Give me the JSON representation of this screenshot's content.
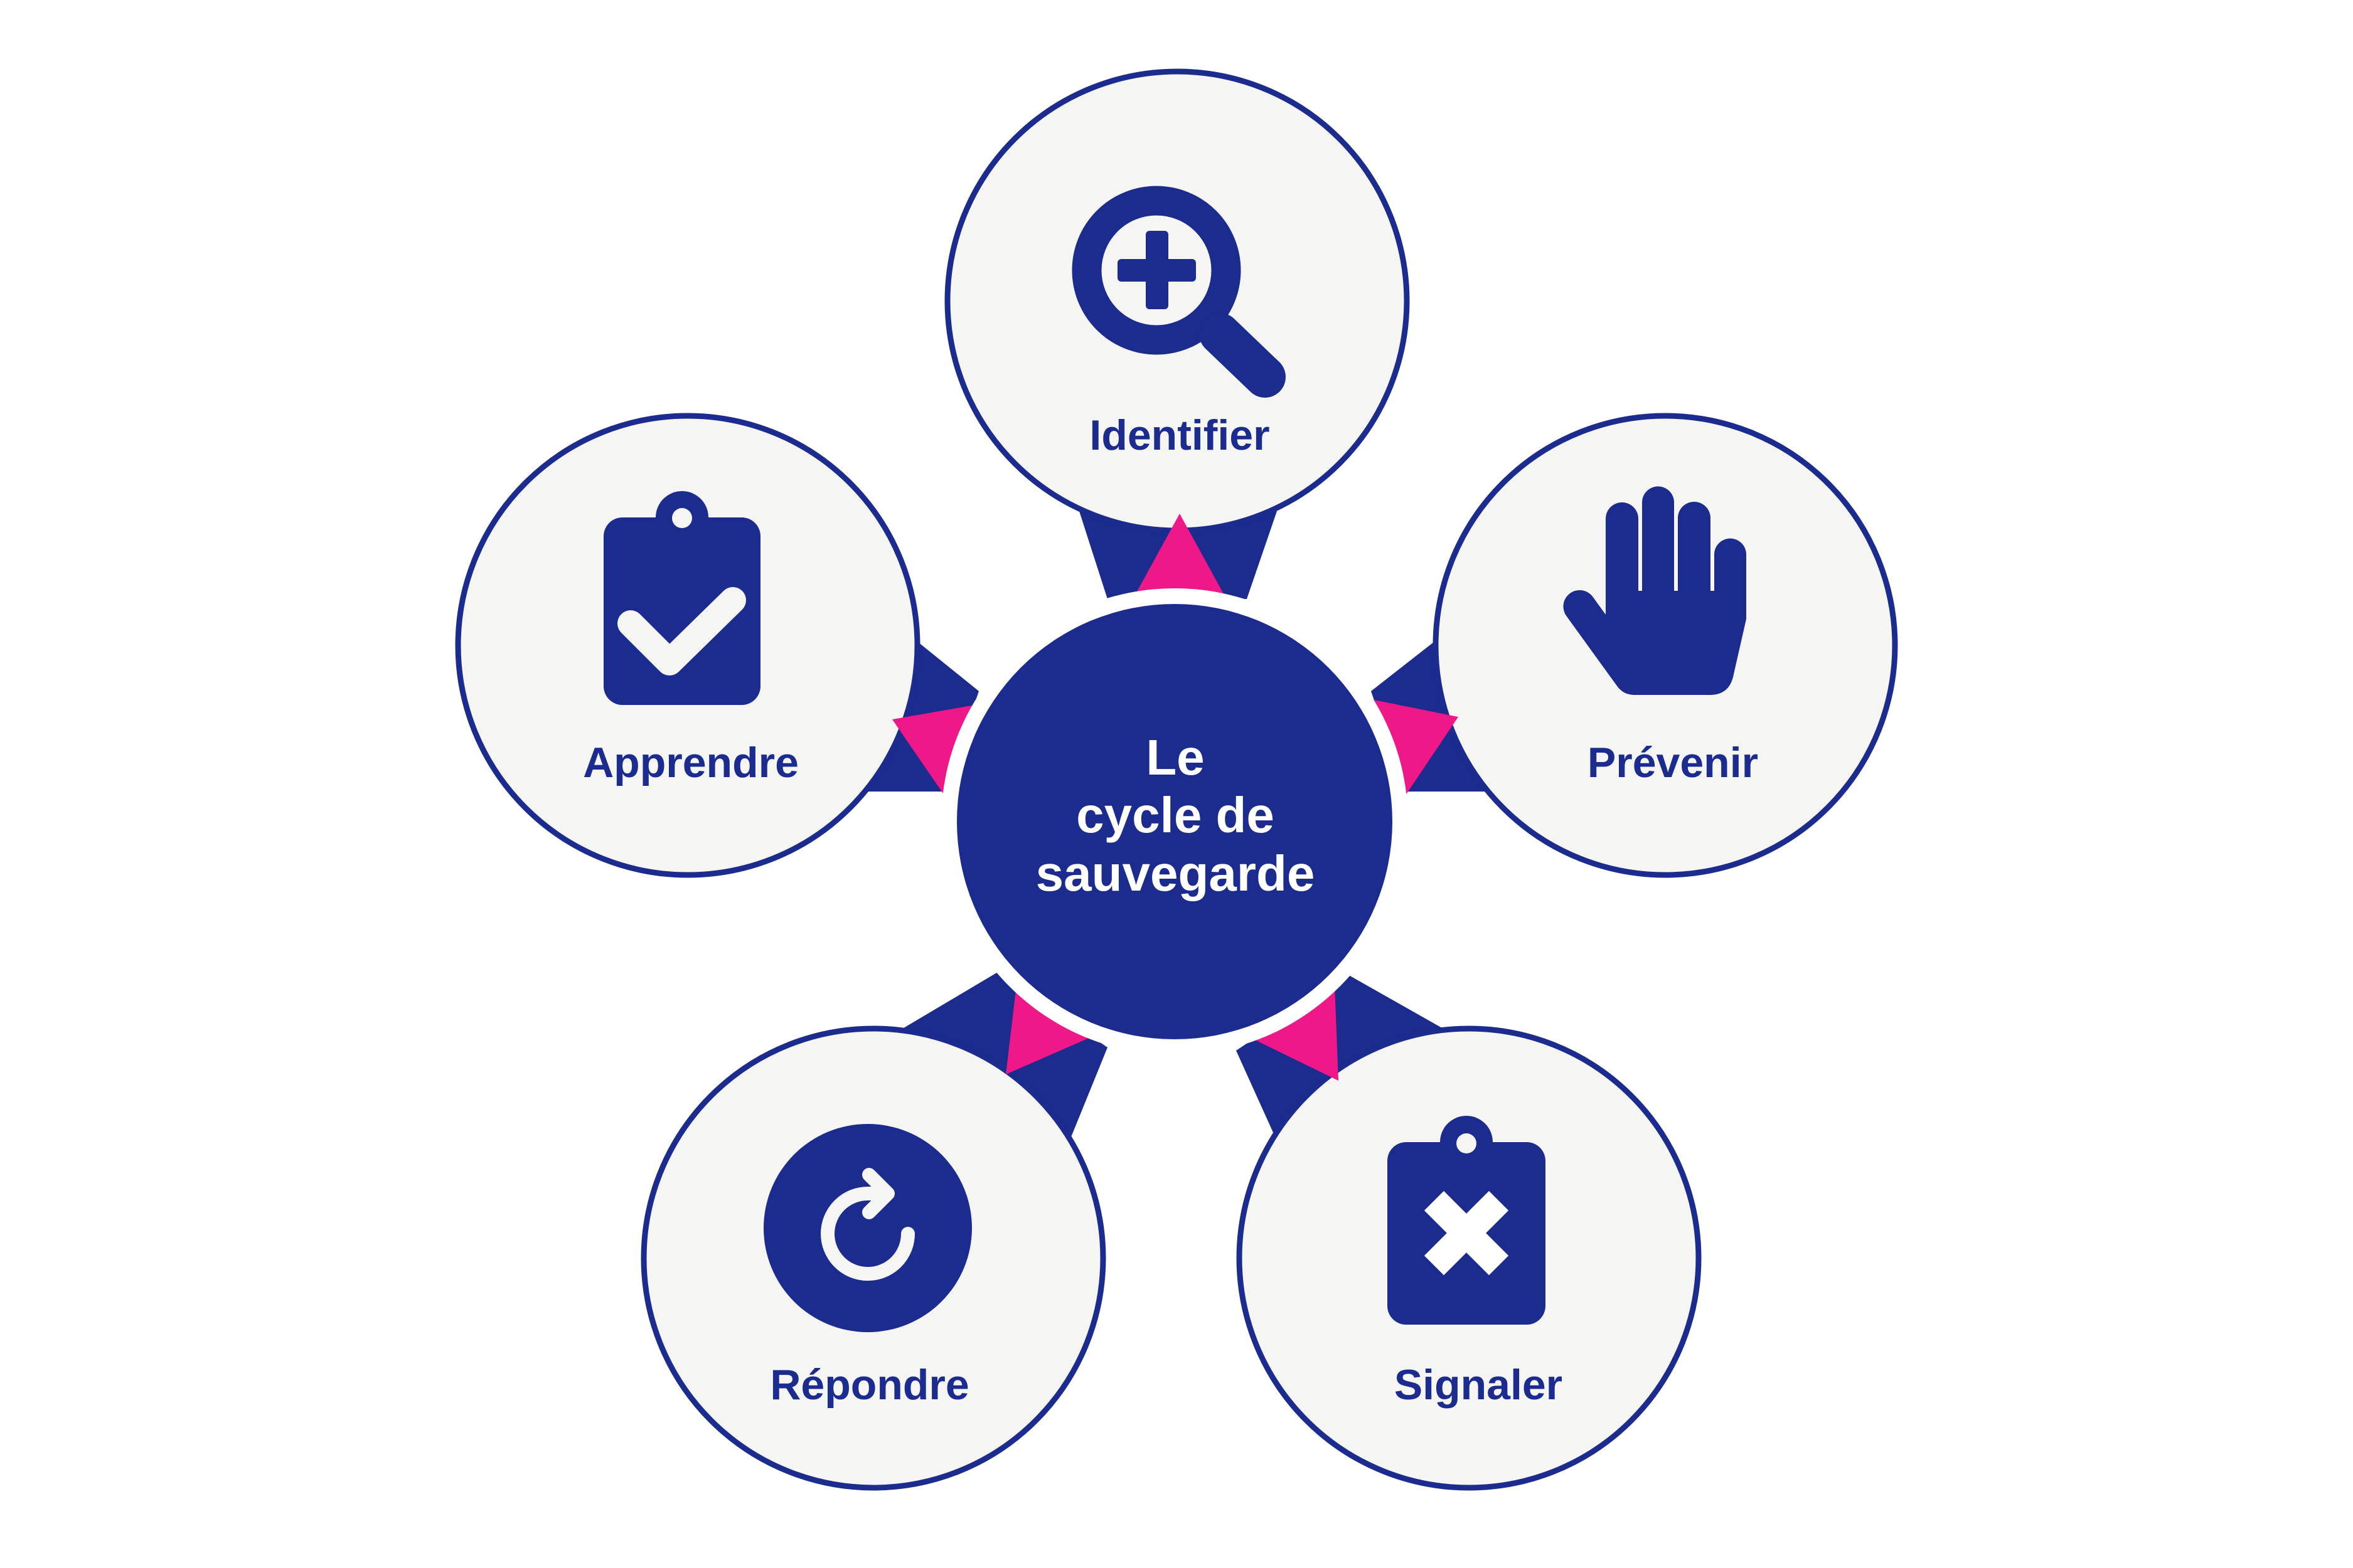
{
  "diagram": {
    "title_lines": [
      "Le",
      "cycle de",
      "sauvegarde"
    ],
    "nodes": [
      {
        "id": "identifier",
        "label": "Identifier",
        "icon": "magnifier-plus-icon"
      },
      {
        "id": "prevenir",
        "label": "Prévenir",
        "icon": "raised-hand-icon"
      },
      {
        "id": "signaler",
        "label": "Signaler",
        "icon": "clipboard-x-icon"
      },
      {
        "id": "repondre",
        "label": "Répondre",
        "icon": "circular-arrow-icon"
      },
      {
        "id": "apprendre",
        "label": "Apprendre",
        "icon": "clipboard-check-icon"
      }
    ],
    "colors": {
      "navy": "#1b2b8e",
      "pink": "#ee1889",
      "node_fill": "#f5f5f3",
      "background": "#ffffff"
    }
  }
}
